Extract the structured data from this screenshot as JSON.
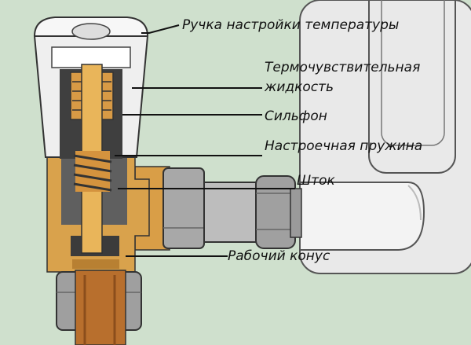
{
  "labels": {
    "knob": "Ручка настройки температуры",
    "fluid_line1": "Термочувствительная",
    "fluid_line2": "жидкость",
    "bellows": "Сильфон",
    "spring": "Настроечная пружина",
    "stem": "Шток",
    "cone": "Рабочий конус"
  },
  "colors": {
    "background": "#cfe0cd",
    "brass": "#d9a24c",
    "knob": "#f2f2f2",
    "steel": "#a7a7a7",
    "radiator": "#e8e8e8",
    "leader": "#111111"
  }
}
